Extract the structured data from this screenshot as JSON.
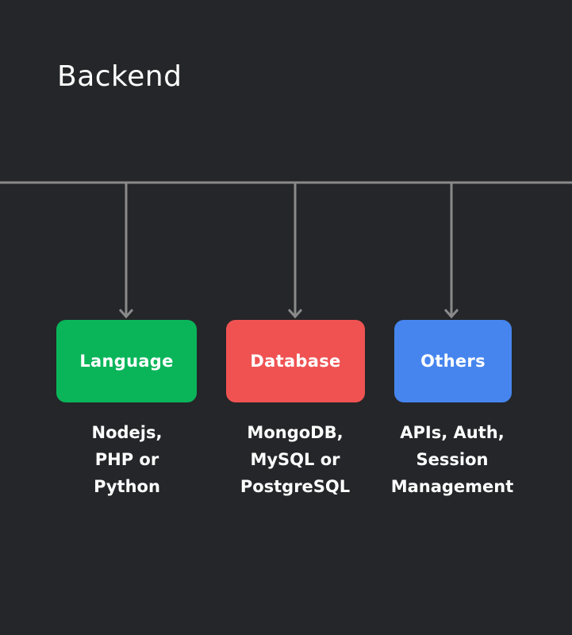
{
  "title": "Backend",
  "colors": {
    "background": "#252629",
    "connector": "#8a8a8a",
    "language": "#0ab55a",
    "database": "#f05252",
    "others": "#4685ee"
  },
  "branches": [
    {
      "label": "Language",
      "lines": [
        "Nodejs,",
        "PHP or",
        "Python"
      ]
    },
    {
      "label": "Database",
      "lines": [
        "MongoDB,",
        "MySQL or",
        "PostgreSQL"
      ]
    },
    {
      "label": "Others",
      "lines": [
        "APIs, Auth,",
        "Session",
        "Management"
      ]
    }
  ]
}
